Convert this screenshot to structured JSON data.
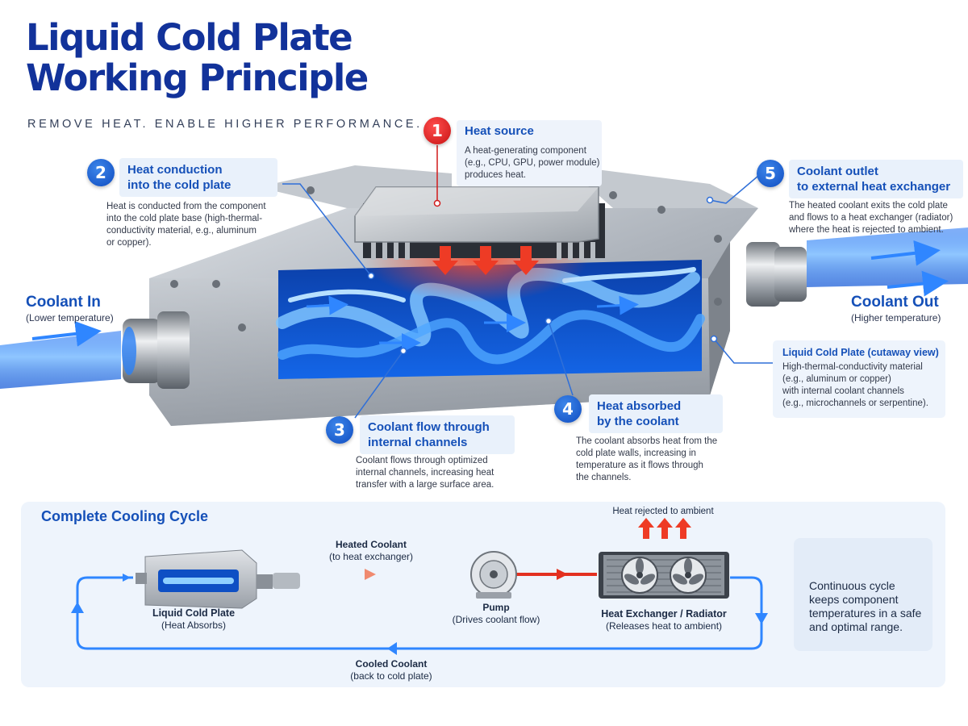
{
  "title": {
    "line1": "Liquid Cold Plate",
    "line2": "Working Principle"
  },
  "subtitle": "REMOVE HEAT. ENABLE HIGHER PERFORMANCE.",
  "steps": [
    {
      "number": "1",
      "heading": [
        "Heat source"
      ],
      "desc": [
        "A heat-generating component",
        "(e.g., CPU, GPU, power module)",
        "produces heat."
      ]
    },
    {
      "number": "2",
      "heading": [
        "Heat conduction",
        "into the cold plate"
      ],
      "desc": [
        "Heat is conducted from the component",
        "into the cold plate base (high-thermal-",
        "conductivity material, e.g., aluminum",
        "or copper)."
      ]
    },
    {
      "number": "3",
      "heading": [
        "Coolant flow through",
        "internal channels"
      ],
      "desc": [
        "Coolant flows through optimized",
        "internal channels, increasing heat",
        "transfer with a large surface area."
      ]
    },
    {
      "number": "4",
      "heading": [
        "Heat absorbed",
        "by the coolant"
      ],
      "desc": [
        "The coolant absorbs heat from the",
        "cold plate walls, increasing in",
        "temperature as it flows through",
        "the channels."
      ]
    },
    {
      "number": "5",
      "heading": [
        "Coolant outlet",
        "to external heat exchanger"
      ],
      "desc": [
        "The heated coolant exits the cold plate",
        "and flows to a heat exchanger (radiator)",
        "where the heat is rejected to ambient."
      ]
    }
  ],
  "coolant_in": {
    "label": "Coolant In",
    "sub": "(Lower temperature)"
  },
  "coolant_out": {
    "label": "Coolant Out",
    "sub": "(Higher temperature)"
  },
  "cold_plate_note": {
    "title": "Liquid Cold Plate (cutaway view)",
    "desc": [
      "High-thermal-conductivity material",
      "(e.g., aluminum or copper)",
      "with internal coolant channels",
      "(e.g., microchannels or serpentine)."
    ]
  },
  "cycle": {
    "title": "Complete Cooling Cycle",
    "cold_plate": {
      "label": "Liquid Cold Plate",
      "sub": "(Heat Absorbs)"
    },
    "heated_coolant": {
      "label": "Heated Coolant",
      "sub": "(to heat exchanger)"
    },
    "pump": {
      "label": "Pump",
      "sub": "(Drives coolant flow)"
    },
    "heat_exchanger": {
      "label": "Heat Exchanger / Radiator",
      "sub": "(Releases heat to ambient)"
    },
    "heat_rejected": "Heat rejected to ambient",
    "cooled_coolant": {
      "label": "Cooled Coolant",
      "sub": "(back to cold plate)"
    },
    "info": [
      "Continuous cycle",
      "keeps component",
      "temperatures in a safe",
      "and optimal range."
    ],
    "info_icon": "gear-icon"
  },
  "colors": {
    "title": "#12329a",
    "accent_blue": "#1550b8",
    "step_red": "#d11a1a",
    "hot": "#e8402e",
    "coolant": "#2f86ff"
  }
}
